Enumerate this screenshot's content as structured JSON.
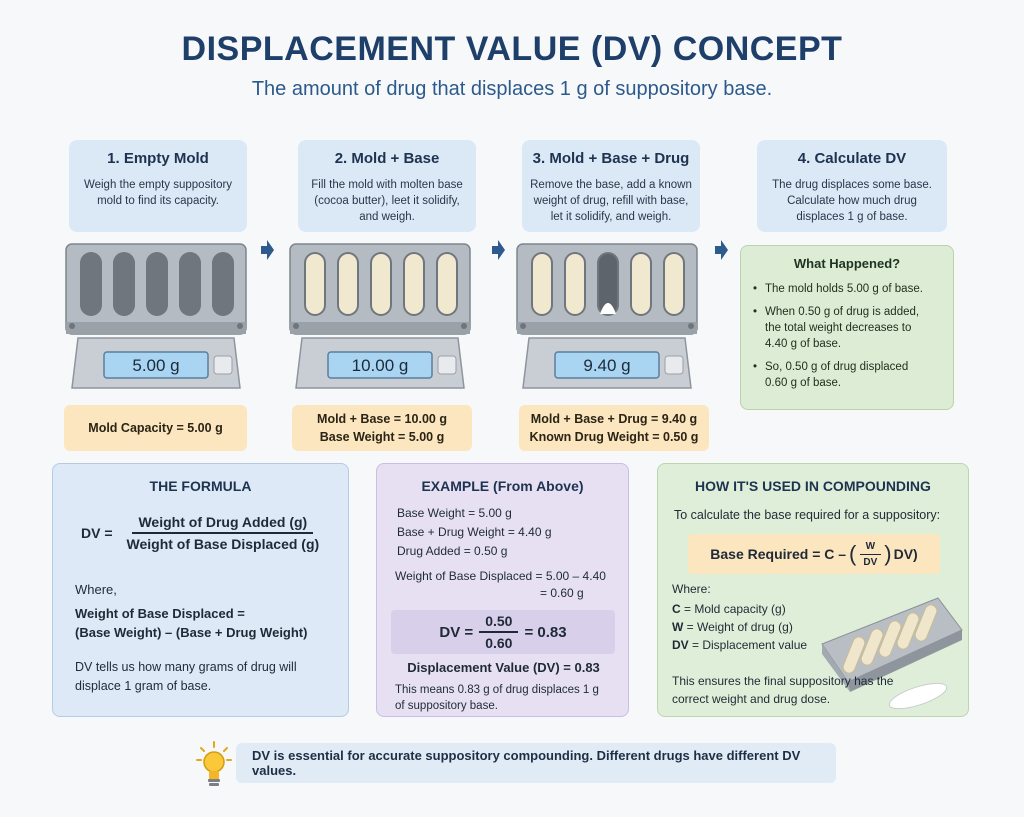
{
  "header": {
    "title": "DISPLACEMENT VALUE (DV) CONCEPT",
    "subtitle": "The amount of drug that displaces 1 g of suppository base."
  },
  "steps": [
    {
      "title": "1. Empty Mold",
      "desc": [
        "Weigh the empty suppository",
        "mold to find its capacity."
      ]
    },
    {
      "title": "2. Mold + Base",
      "desc": [
        "Fill the mold with molten base",
        "(cocoa butter), leet it solidify,",
        "and weigh."
      ]
    },
    {
      "title": "3. Mold + Base + Drug",
      "desc": [
        "Remove the base, add a known",
        "weight of drug, refill with base,",
        "let it solidify, and weigh."
      ]
    },
    {
      "title": "4. Calculate DV",
      "desc": [
        "The drug displaces some base.",
        "Calculate how much drug",
        "displaces 1 g of base."
      ]
    }
  ],
  "scales": [
    {
      "reading": "5.00 g",
      "filled": [
        false,
        false,
        false,
        false,
        false
      ]
    },
    {
      "reading": "10.00 g",
      "filled": [
        true,
        true,
        true,
        true,
        true
      ]
    },
    {
      "reading": "9.40 g",
      "filled": [
        true,
        true,
        "drug",
        true,
        true
      ]
    }
  ],
  "captions": [
    [
      "Mold Capacity = 5.00 g"
    ],
    [
      "Mold + Base = 10.00 g",
      "Base Weight = 5.00 g"
    ],
    [
      "Mold + Base + Drug = 9.40 g",
      "Known Drug Weight = 0.50 g"
    ]
  ],
  "happened": {
    "title": "What Happened?",
    "items": [
      [
        "The mold holds 5.00 g of base."
      ],
      [
        "When 0.50 g of drug is added,",
        "the total weight decreases to",
        "4.40 g of base."
      ],
      [
        "So, 0.50 g of drug displaced",
        "0.60 g of base."
      ]
    ]
  },
  "formula": {
    "title": "THE FORMULA",
    "lhs": "DV =",
    "numerator": "Weight of Drug Added (g)",
    "denominator": "Weight of Base Displaced (g)",
    "where": "Where,",
    "def1": "Weight of Base Displaced =",
    "def2": "(Base Weight) – (Base + Drug Weight)",
    "note1": "DV tells us how many grams of drug will",
    "note2": "displace 1 gram of base."
  },
  "example": {
    "title": "EXAMPLE (From Above)",
    "lines": [
      "Base Weight = 5.00 g",
      "Base + Drug Weight = 4.40 g",
      "Drug Added = 0.50 g"
    ],
    "displaced1": "Weight of Base Displaced = 5.00 – 4.40",
    "displaced2": "= 0.60 g",
    "lhs": "DV =",
    "numerator": "0.50",
    "denominator": "0.60",
    "result": "= 0.83",
    "summary": "Displacement Value (DV) = 0.83",
    "note1": "This means 0.83 g of drug displaces 1 g",
    "note2": "of suppository base."
  },
  "usage": {
    "title": "HOW IT'S USED IN COMPOUNDING",
    "intro": "To calculate the base required for a suppository:",
    "formula_left": "Base Required = C –",
    "formula_num": "W",
    "formula_den": "DV",
    "formula_right": "DV)",
    "where": "Where:",
    "defs": [
      {
        "sym": "C",
        "text": " = Mold capacity (g)"
      },
      {
        "sym": "W",
        "text": " = Weight of drug (g)"
      },
      {
        "sym": "DV",
        "text": " = Displacement value"
      }
    ],
    "note1": "This ensures the final suppository has the",
    "note2": "correct weight and drug dose."
  },
  "tip": "DV is essential for accurate suppository compounding. Different drugs have different DV values.",
  "icons": {
    "arrow": "arrow-right-icon",
    "bulb": "lightbulb-icon"
  },
  "colors": {
    "title": "#1f3f6b",
    "step_bg": "#dbe8f5",
    "caption_bg": "#fbe6bf",
    "green_bg": "#ddecd5",
    "purple_bg": "#e6e0f2"
  }
}
